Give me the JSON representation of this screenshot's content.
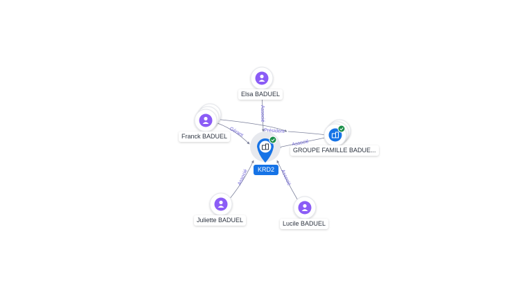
{
  "colors": {
    "person_node": "#8b5cf6",
    "company_node": "#1673e6",
    "check_badge": "#1a8f4a",
    "edge": "#7a7f9a",
    "edge_label": "#6e63d6"
  },
  "center": {
    "label": "KRD2",
    "icon": "building-icon",
    "status_icon": "check-icon"
  },
  "nodes": {
    "elsa": {
      "label": "Elsa BADUEL",
      "icon": "person-icon"
    },
    "franck": {
      "label": "Franck BADUEL",
      "icon": "person-icon"
    },
    "groupe": {
      "label": "GROUPE FAMILLE BADUE...",
      "icon": "building-icon",
      "status_icon": "check-icon"
    },
    "juliette": {
      "label": "Juliette BADUEL",
      "icon": "person-icon"
    },
    "lucile": {
      "label": "Lucile BADUEL",
      "icon": "person-icon"
    }
  },
  "edges": {
    "elsa": "Associé",
    "franck": "Gérant",
    "groupe_top": "Président",
    "groupe_bottom": "Associé",
    "juliette": "Associé",
    "lucile": "Associé"
  }
}
